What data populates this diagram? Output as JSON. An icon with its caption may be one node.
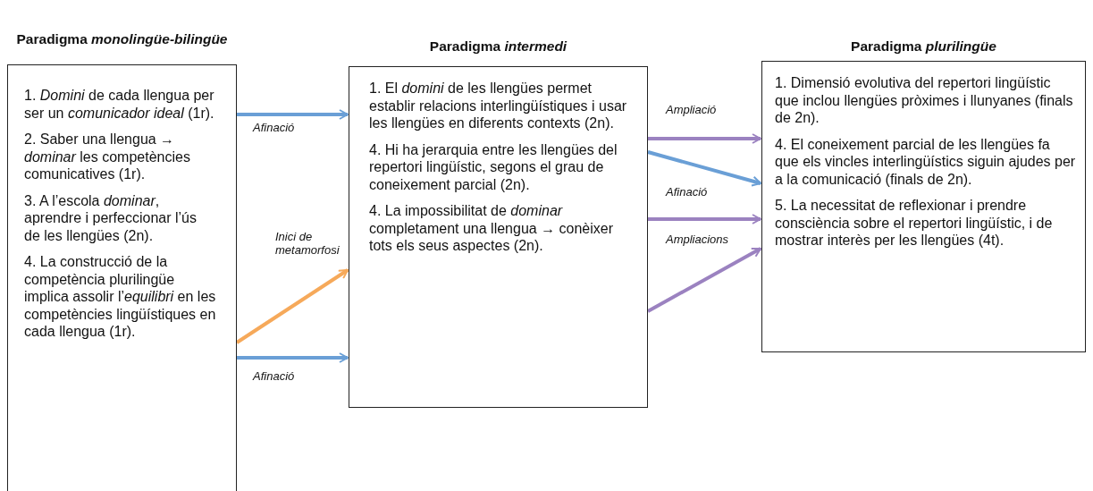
{
  "diagram": {
    "nodes": [
      {
        "text": [
          "Paradigma *monolingüe-bilingüe*",
          "1. *Domini* de cada llengua per ser un *comunicador ideal* (1r).",
          "2. Saber una llengua → *dominar* les competències comunicatives (1r).",
          "3. A l’escola *dominar*, aprendre i perfeccionar l’ús de les llengües (2n).",
          "4. La construcció de la competència plurilingüe implica assolir l’*equilibri* en les competències lingüístiques en cada llengua (1r)."
        ]
      },
      {
        "text": [
          "Paradigma *intermedi*",
          "1. El *domini* de les llengües permet establir relacions interlingüístiques i usar les llengües en diferents contexts (2n).",
          "4. Hi ha jerarquia entre les llengües del repertori lingüístic, segons el grau de coneixement parcial (2n).",
          "4. La impossibilitat de *dominar* completament una llengua → conèixer tots els seus aspectes (2n)."
        ]
      },
      {
        "text": [
          "Paradigma *plurilingüe*",
          "1. Dimensió evolutiva del repertori lingüístic que inclou llengües pròximes i llunyanes (finals de 2n).",
          "4. El coneixement parcial de les llengües fa que els vincles interlingüístics siguin ajudes per a la comunicació (finals de 2n).",
          "5. La necessitat de reflexionar i prendre consciència sobre el repertori lingüístic, i de mostrar interès per les llengües (4t)."
        ]
      }
    ],
    "edges": [
      {
        "from": 0,
        "to": 1,
        "arrow": "to",
        "label": "Afinació",
        "color": "#6a9fd6"
      },
      {
        "from": 0,
        "to": 1,
        "arrow": "to",
        "label": "Inici de metamorfosi",
        "color": "#f6a95a"
      },
      {
        "from": 0,
        "to": 1,
        "arrow": "to",
        "label": "Afinació",
        "color": "#6a9fd6"
      },
      {
        "from": 1,
        "to": 2,
        "arrow": "to",
        "label": "Ampliació",
        "color": "#9b82c0"
      },
      {
        "from": 1,
        "to": 2,
        "arrow": "to",
        "label": "Afinació",
        "color": "#6a9fd6"
      },
      {
        "from": 1,
        "to": 2,
        "arrow": "to",
        "label": "Ampliacions",
        "color": "#9b82c0"
      },
      {
        "from": 1,
        "to": 2,
        "arrow": "to",
        "color": "#9b82c0"
      }
    ]
  }
}
